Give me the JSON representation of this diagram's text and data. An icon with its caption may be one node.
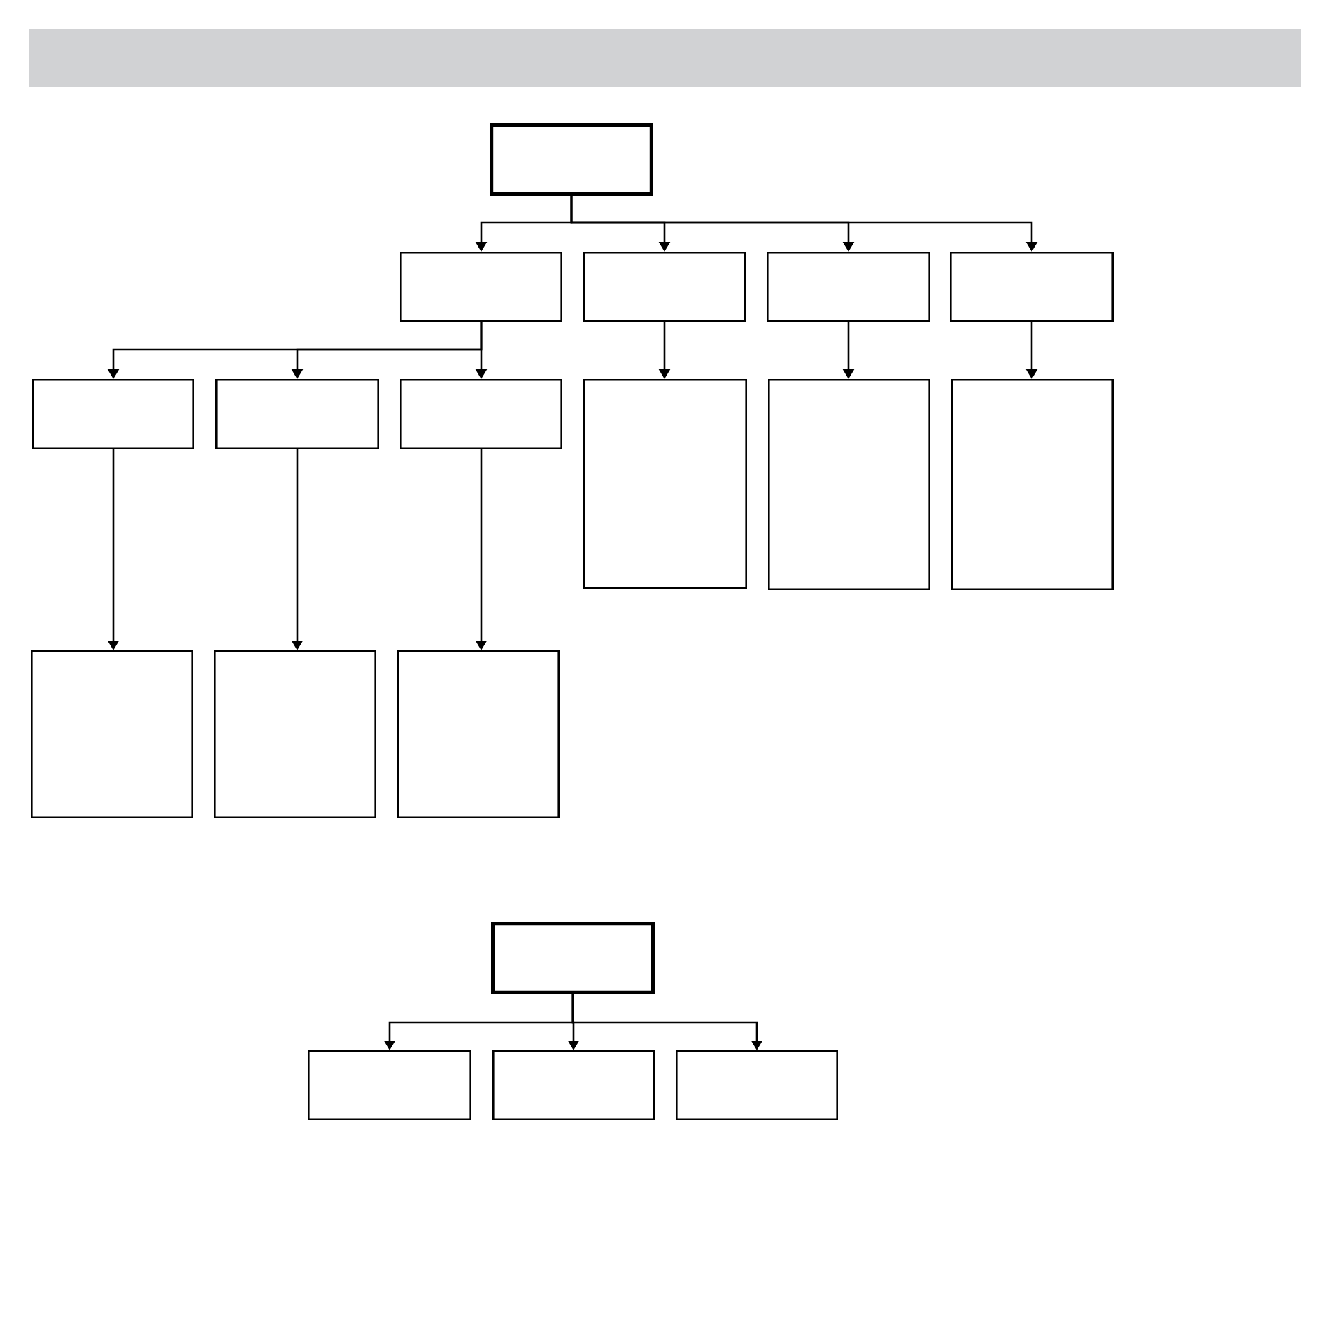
{
  "diagram": {
    "nodes": [
      {
        "text": [],
        "shape": "box"
      },
      {
        "text": [],
        "shape": "box"
      },
      {
        "text": [],
        "shape": "box"
      },
      {
        "text": [],
        "shape": "box"
      },
      {
        "text": [],
        "shape": "box"
      },
      {
        "text": [],
        "shape": "box"
      },
      {
        "text": [],
        "shape": "box"
      },
      {
        "text": [],
        "shape": "box"
      },
      {
        "text": [],
        "shape": "box"
      },
      {
        "text": [],
        "shape": "box"
      },
      {
        "text": [],
        "shape": "box"
      },
      {
        "text": [],
        "shape": "box"
      },
      {
        "text": [],
        "shape": "box"
      },
      {
        "text": [],
        "shape": "box"
      },
      {
        "text": [],
        "shape": "box"
      },
      {
        "text": [],
        "shape": "box"
      },
      {
        "text": [],
        "shape": "box"
      },
      {
        "text": [],
        "shape": "box"
      }
    ],
    "edges": [
      {
        "from": 0,
        "to": 1,
        "arrow": "to"
      },
      {
        "from": 0,
        "to": 2,
        "arrow": "to"
      },
      {
        "from": 0,
        "to": 3,
        "arrow": "to"
      },
      {
        "from": 0,
        "to": 4,
        "arrow": "to"
      },
      {
        "from": 1,
        "to": 5,
        "arrow": "to"
      },
      {
        "from": 1,
        "to": 6,
        "arrow": "to"
      },
      {
        "from": 1,
        "to": 7,
        "arrow": "to"
      },
      {
        "from": 2,
        "to": 8,
        "arrow": "to"
      },
      {
        "from": 3,
        "to": 9,
        "arrow": "to"
      },
      {
        "from": 4,
        "to": 10,
        "arrow": "to"
      },
      {
        "from": 5,
        "to": 11,
        "arrow": "to"
      },
      {
        "from": 6,
        "to": 12,
        "arrow": "to"
      },
      {
        "from": 7,
        "to": 13,
        "arrow": "to"
      },
      {
        "from": 14,
        "to": 15,
        "arrow": "to"
      },
      {
        "from": 14,
        "to": 16,
        "arrow": "to"
      },
      {
        "from": 14,
        "to": 17,
        "arrow": "to"
      }
    ]
  }
}
